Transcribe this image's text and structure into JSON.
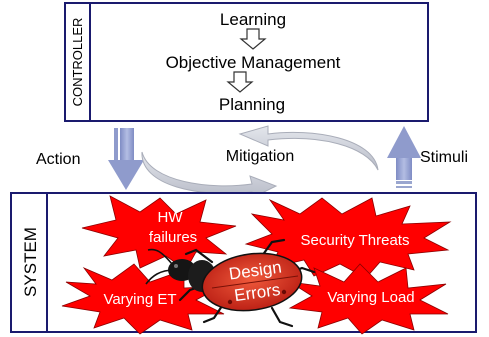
{
  "controller": {
    "side_label": "CONTROLLER",
    "steps": [
      "Learning",
      "Objective Management",
      "Planning"
    ]
  },
  "arrows": {
    "left_label": "Action",
    "center_label": "Mitigation",
    "right_label": "Stimuli"
  },
  "system": {
    "side_label": "SYSTEM",
    "bursts": {
      "hw_line1": "HW",
      "hw_line2": "failures",
      "security": "Security Threats",
      "varying_et": "Varying ET",
      "varying_load": "Varying Load"
    },
    "bug_line1": "Design",
    "bug_line2": "Errors"
  },
  "colors": {
    "frame": "#1a1a6e",
    "arrow_blue": "#9aa6cf",
    "mitigation_gray": "#c9ccd6",
    "burst_red": "#ff0000",
    "bug_body": "#d42a1e"
  }
}
